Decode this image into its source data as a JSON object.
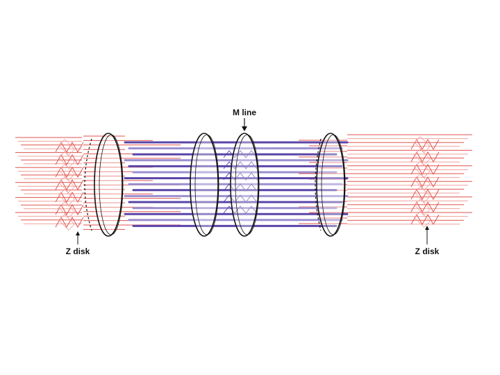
{
  "labels": {
    "m_line": "M line",
    "z_disk_left": "Z disk",
    "z_disk_right": "Z disk"
  },
  "colors": {
    "actin": "#e0534f",
    "actin_light": "#f0a09c",
    "myosin": "#5a44a8",
    "myosin_light": "#9b8fd0",
    "disk_stroke": "#111111",
    "background": "#ffffff"
  }
}
